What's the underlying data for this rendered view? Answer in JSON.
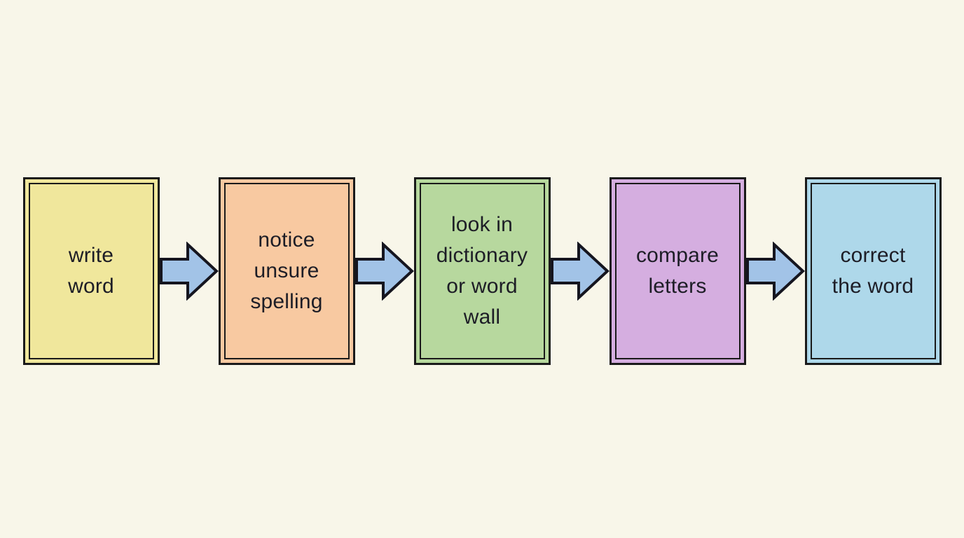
{
  "diagram": {
    "type": "flowchart",
    "description": "spelling correction process flowchart, five boxes left to right connected by block arrows",
    "background_color": "#f8f6e9",
    "box_border_color": "#1a1a1a",
    "text_color": "#1d1d26",
    "arrow": {
      "fill": "#a2c3e7",
      "outline": "#15151f",
      "direction": "right"
    },
    "steps": [
      {
        "name": "write-word",
        "label": "write word",
        "lines": [
          "write",
          "word"
        ],
        "fill": "#f0e79c"
      },
      {
        "name": "notice-unsure-spelling",
        "label": "notice unsure spelling",
        "lines": [
          "notice",
          "unsure",
          "spelling"
        ],
        "fill": "#f8c9a1"
      },
      {
        "name": "look-in-dictionary",
        "label": "look in dictionary or word wall",
        "lines": [
          "look in",
          "dictionary",
          "or word",
          "wall"
        ],
        "fill": "#b7d89e"
      },
      {
        "name": "compare-letters",
        "label": "compare letters",
        "lines": [
          "compare",
          "letters"
        ],
        "fill": "#d5aee0"
      },
      {
        "name": "correct-the-word",
        "label": "correct the word",
        "lines": [
          "correct",
          "the word"
        ],
        "fill": "#aed8ea"
      }
    ]
  }
}
